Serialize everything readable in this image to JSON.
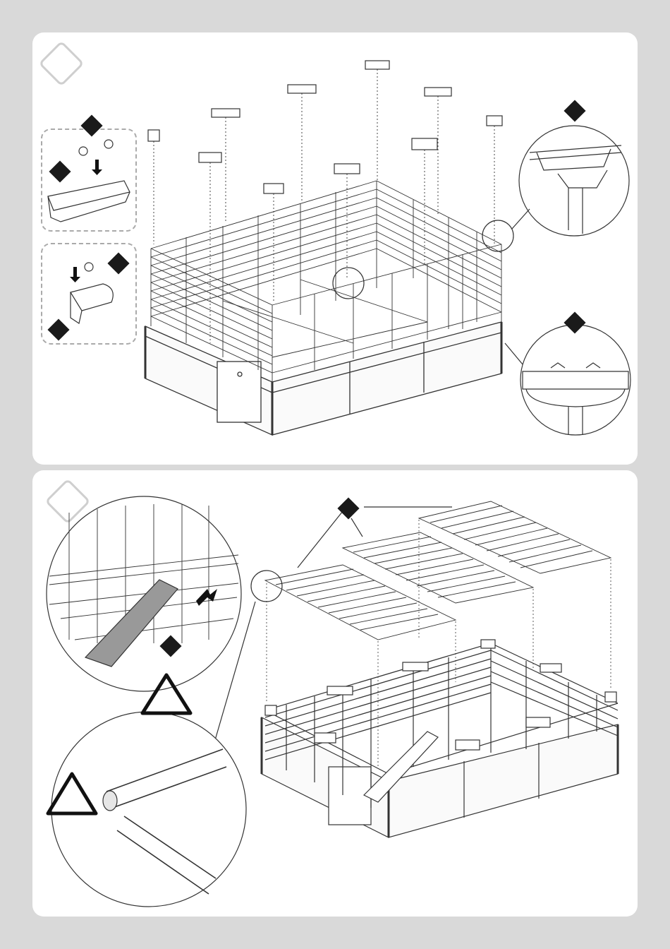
{
  "steps": [
    {
      "callouts": {
        "part_markers": 6,
        "warning_triangles": 0
      }
    },
    {
      "callouts": {
        "part_markers": 2,
        "warning_triangles": 2
      }
    }
  ],
  "colors": {
    "page_background": "#d9d9d9",
    "panel_background": "#ffffff",
    "line_art": "#333333",
    "marker_fill": "#1a1a1a",
    "ramp_fill": "#999999"
  },
  "icons": [
    "part-marker-icon",
    "warning-triangle-icon",
    "arrow-down-icon",
    "arrow-right-icon",
    "step-number-badge-icon"
  ]
}
